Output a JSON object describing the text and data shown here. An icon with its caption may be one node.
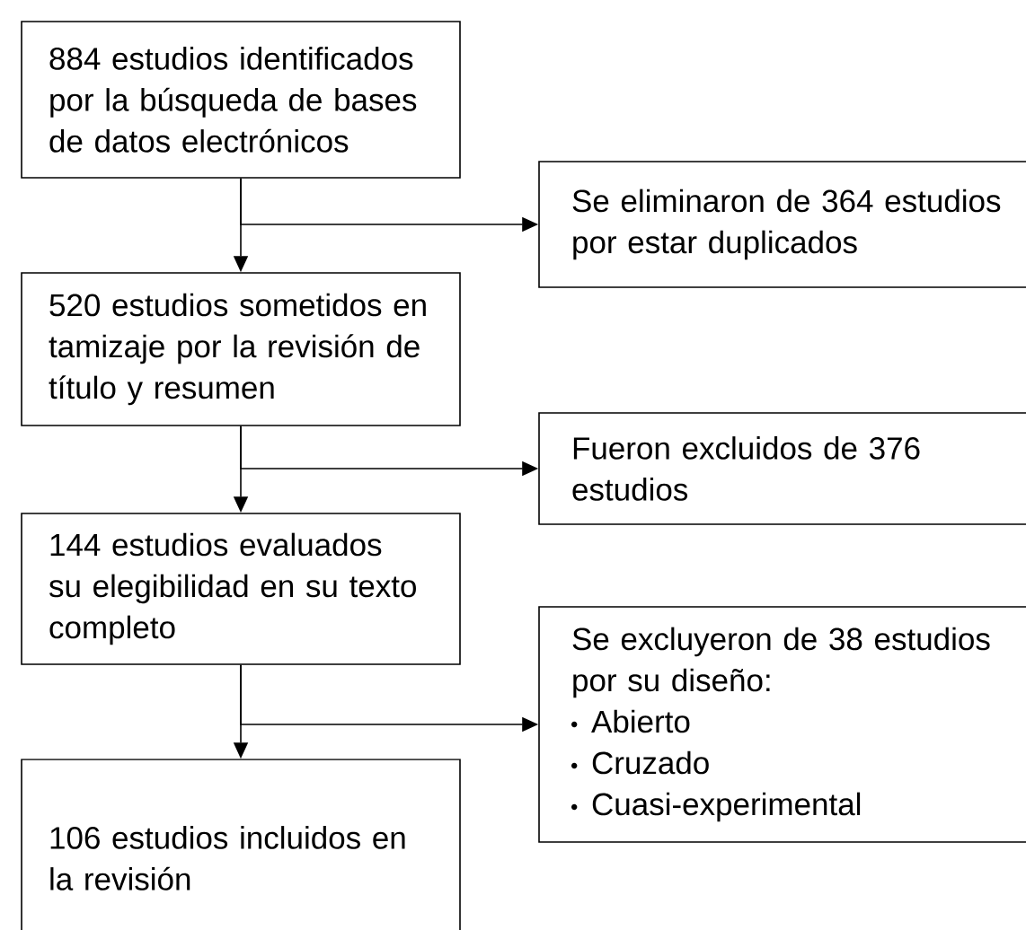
{
  "diagram": {
    "nodes": [
      {
        "text": [
          "884 estudios identificados por la búsqueda de bases de datos electrónicos"
        ]
      },
      {
        "text": [
          "Se eliminaron de 364 estudios por estar duplicados"
        ]
      },
      {
        "text": [
          "520 estudios sometidos en tamizaje por la revisión de título y resumen"
        ]
      },
      {
        "text": [
          "Fueron excluidos de 376 estudios"
        ]
      },
      {
        "text": [
          "144 estudios evaluados su elegibilidad en su texto completo"
        ]
      },
      {
        "text": [
          "Se excluyeron de 38 estudios por su diseño:",
          "Abierto",
          "Cruzado",
          "Cuasi-experimental"
        ]
      },
      {
        "text": [
          "106 estudios incluidos en la revisión"
        ]
      }
    ],
    "edges": [
      {
        "from": 0,
        "to": 2,
        "arrow": "to"
      },
      {
        "from": 0,
        "to": 1,
        "arrow": "to"
      },
      {
        "from": 2,
        "to": 4,
        "arrow": "to"
      },
      {
        "from": 2,
        "to": 3,
        "arrow": "to"
      },
      {
        "from": 4,
        "to": 6,
        "arrow": "to"
      },
      {
        "from": 4,
        "to": 5,
        "arrow": "to"
      }
    ]
  }
}
